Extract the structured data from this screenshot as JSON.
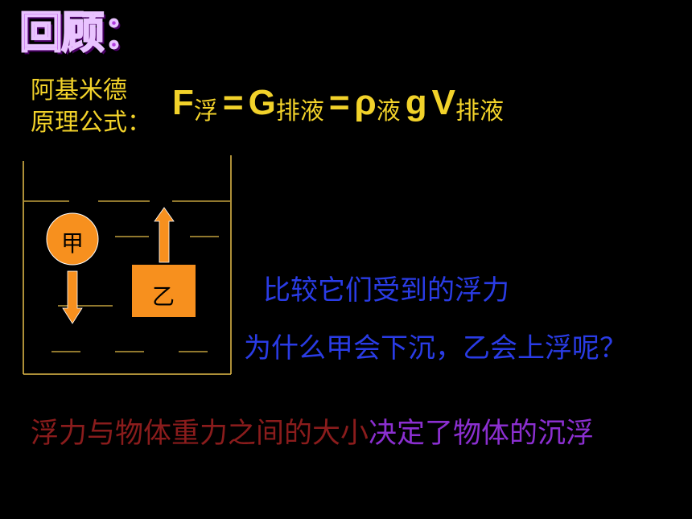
{
  "title": "回顾：",
  "principle_label": {
    "line1": "阿基米德",
    "line2": "原理公式："
  },
  "formula": {
    "F": "F",
    "F_sub": "浮",
    "eq1": "=",
    "G": "G",
    "G_sub": "排液",
    "eq2": "=",
    "rho": "ρ",
    "rho_sub": "液",
    "g": "g",
    "V": "V",
    "V_sub": "排液"
  },
  "diagram": {
    "ball_label": "甲",
    "block_label": "乙",
    "ball_color": "#f7901e",
    "arrow_color": "#f7901e"
  },
  "question1": "比较它们受到的浮力",
  "question2": "为什么甲会下沉，乙会上浮呢？",
  "conclusion": {
    "part1": "浮力与物体重力之间的大小",
    "part2": "决定了物体的沉浮"
  },
  "colors": {
    "yellow": "#f2d22a",
    "blue": "#2a3ce6",
    "darkred": "#8a1c1c",
    "purple": "#8b2fd0",
    "title_purple": "#b23be0"
  }
}
